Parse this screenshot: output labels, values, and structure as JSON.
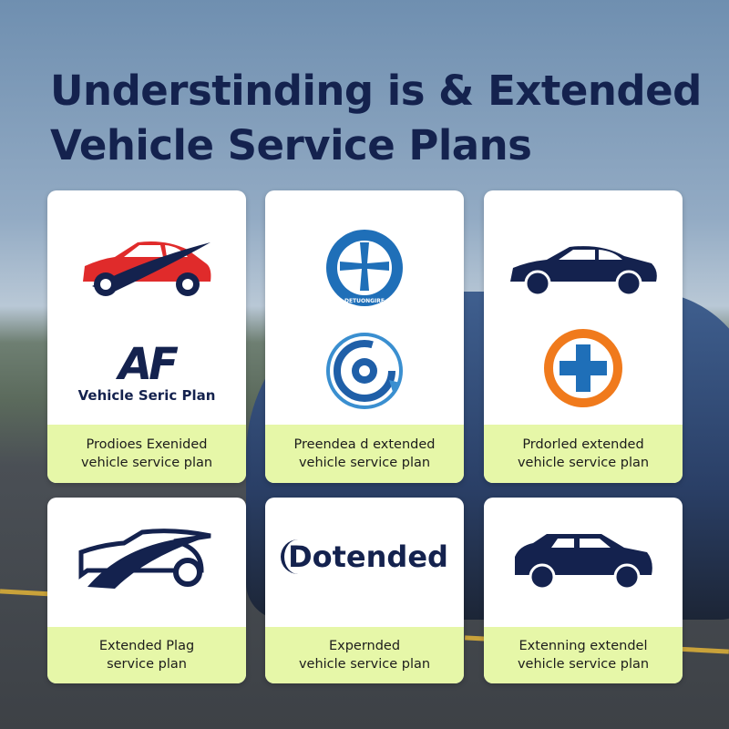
{
  "title": {
    "line1": "Understinding is & Extended",
    "line2": "Vehicle Service Plans"
  },
  "cards": [
    {
      "caption1": "Prodioes Exenided",
      "caption2": "vehicle service plan",
      "logo_text": "Vehicle Seric Plan",
      "logo_mark": "AF",
      "icons": [
        "red-car-icon",
        "af-logo"
      ]
    },
    {
      "caption1": "Preendea d extended",
      "caption2": "vehicle service plan",
      "badge_text": "DETUONGIRE",
      "icons": [
        "wheel-badge-icon",
        "circular-arrow-icon"
      ]
    },
    {
      "caption1": "Prdorled extended",
      "caption2": "vehicle service plan",
      "icons": [
        "sedan-icon",
        "medical-cross-icon"
      ]
    },
    {
      "caption1": "Extended Plag",
      "caption2": "service plan",
      "icons": [
        "car-outline-icon"
      ]
    },
    {
      "caption1": "Expernded",
      "caption2": "vehicle service plan",
      "logo_text": "Dotended"
    },
    {
      "caption1": "Extenning extendel",
      "caption2": "vehicle service plan",
      "icons": [
        "suv-icon"
      ]
    }
  ],
  "colors": {
    "navy": "#14224e",
    "caption_bg": "#e6f7a8",
    "red": "#e02b2b",
    "orange": "#f07a1c",
    "blue": "#1f6fb8"
  }
}
